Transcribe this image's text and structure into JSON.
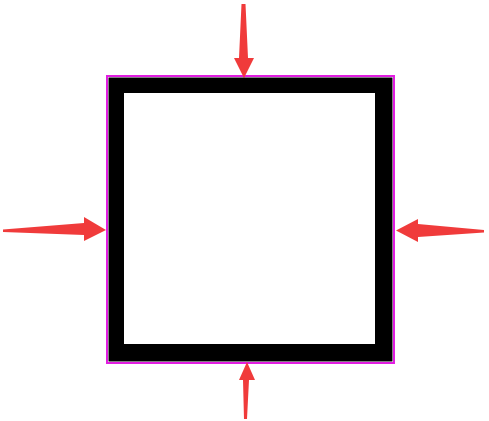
{
  "colors": {
    "background": "#ffffff",
    "outline": "#e11de1",
    "border": "#000000",
    "inner_fill": "#ffffff",
    "arrow": "#f03b3b"
  },
  "arrows": [
    {
      "name": "top-arrow",
      "direction": "down"
    },
    {
      "name": "bottom-arrow",
      "direction": "up"
    },
    {
      "name": "left-arrow",
      "direction": "right"
    },
    {
      "name": "right-arrow",
      "direction": "left"
    }
  ]
}
